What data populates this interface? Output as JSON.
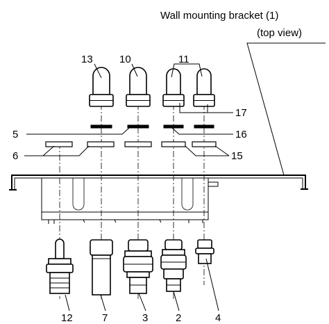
{
  "caption": {
    "line1": "Wall mounting bracket (1)",
    "line2": "(top view)"
  },
  "labels": {
    "l13": "13",
    "l10": "10",
    "l11": "11",
    "l17": "17",
    "l5": "5",
    "l16": "16",
    "l6": "6",
    "l15": "15",
    "l12": "12",
    "l7": "7",
    "l3": "3",
    "l2": "2",
    "l4": "4"
  }
}
